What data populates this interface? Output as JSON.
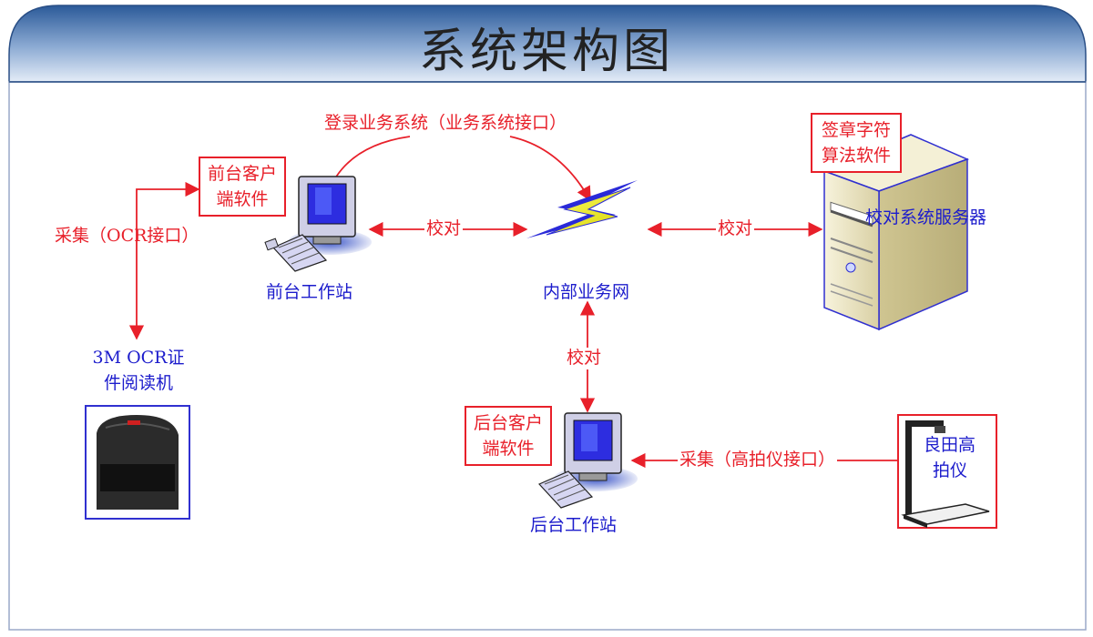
{
  "title": "系统架构图",
  "labels": {
    "login": "登录业务系统（业务系统接口）",
    "front_software_1": "前台客户",
    "front_software_2": "端软件",
    "collect_ocr": "采集（OCR接口）",
    "front_station": "前台工作站",
    "verify_left": "校对",
    "network": "内部业务网",
    "verify_right": "校对",
    "server": "校对系统服务器",
    "algo_1": "签章字符",
    "algo_2": "算法软件",
    "ocr_reader_1": "3M OCR证",
    "ocr_reader_2": "件阅读机",
    "verify_bottom": "校对",
    "back_software_1": "后台客户",
    "back_software_2": "端软件",
    "back_station": "后台工作站",
    "collect_camera": "采集（高拍仪接口）",
    "camera_1": "良田高",
    "camera_2": "拍仪"
  },
  "colors": {
    "header_top": "#2f5f9f",
    "header_bottom": "#d8e3f2",
    "line_red": "#e8202a",
    "text_blue": "#1c1ccc",
    "bolt_yellow": "#f2f028",
    "bolt_blue": "#2a2ad8",
    "server_body": "#ede7c8"
  }
}
